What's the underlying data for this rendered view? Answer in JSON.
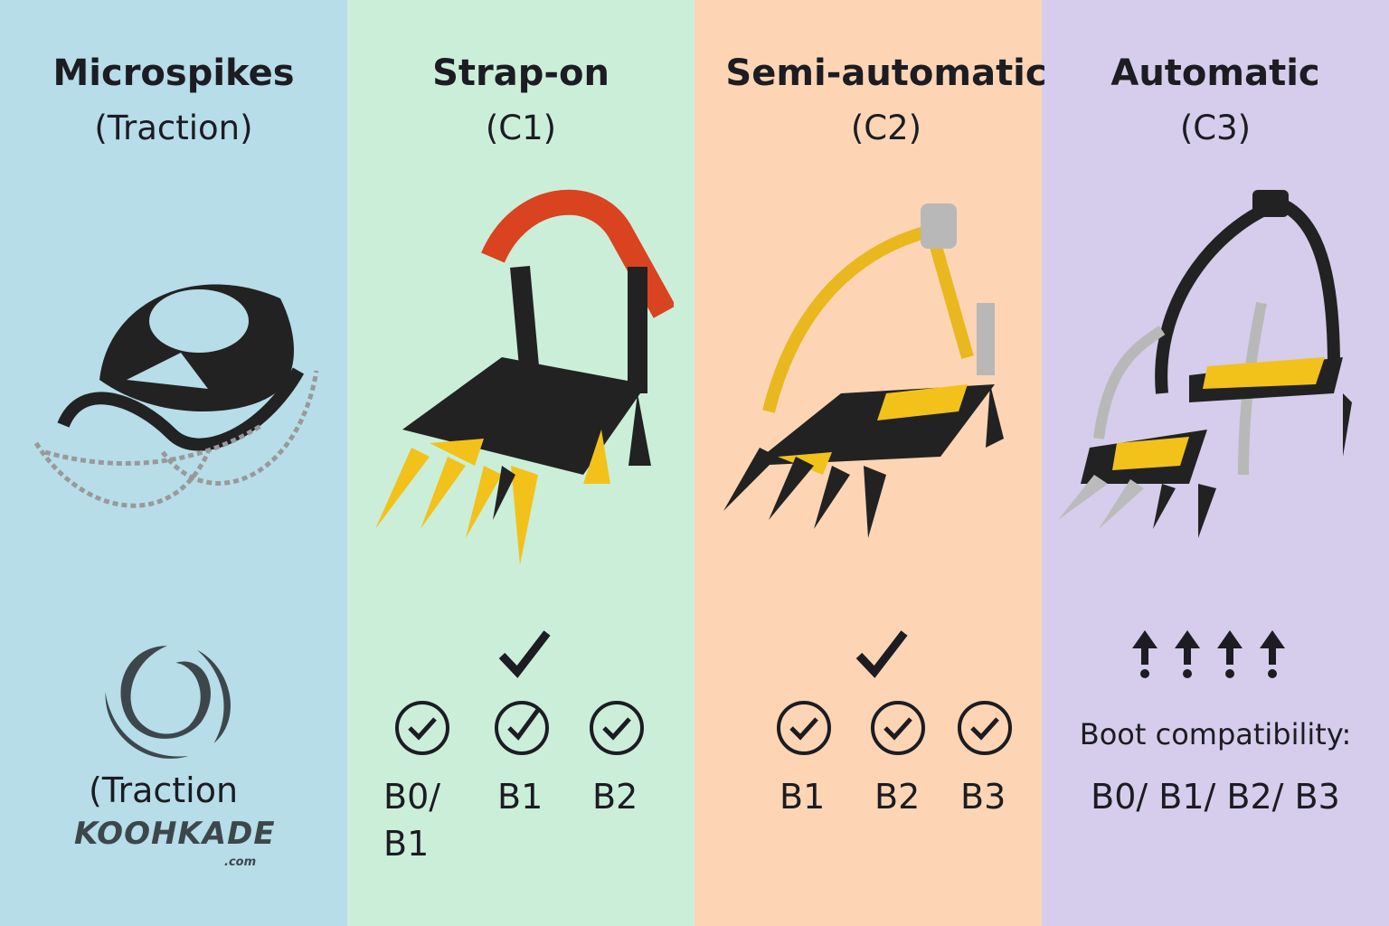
{
  "columns": [
    {
      "title": "Microspikes",
      "subtitle": "(Traction)",
      "note": "(Traction",
      "logo": {
        "brand": "KOOHKADE",
        "suffix": ".com"
      }
    },
    {
      "title": "Strap-on",
      "subtitle": "(C1)",
      "boots": [
        "B0/\nB1",
        "B1",
        "B2"
      ]
    },
    {
      "title": "Semi-automatic",
      "subtitle": "(C2)",
      "boots": [
        "B1",
        "B2",
        "B3"
      ]
    },
    {
      "title": "Automatic",
      "subtitle": "(C3)",
      "compat_label": "Boot compatibility:",
      "compat_value": "B0/ B1/ B2/ B3"
    }
  ],
  "colors": {
    "blue": "#b6dde8",
    "green": "#cbeed9",
    "peach": "#fdd5b4",
    "lavender": "#d5cdeb",
    "spike_yellow": "#f2c21b",
    "strap_red": "#d9431f"
  }
}
